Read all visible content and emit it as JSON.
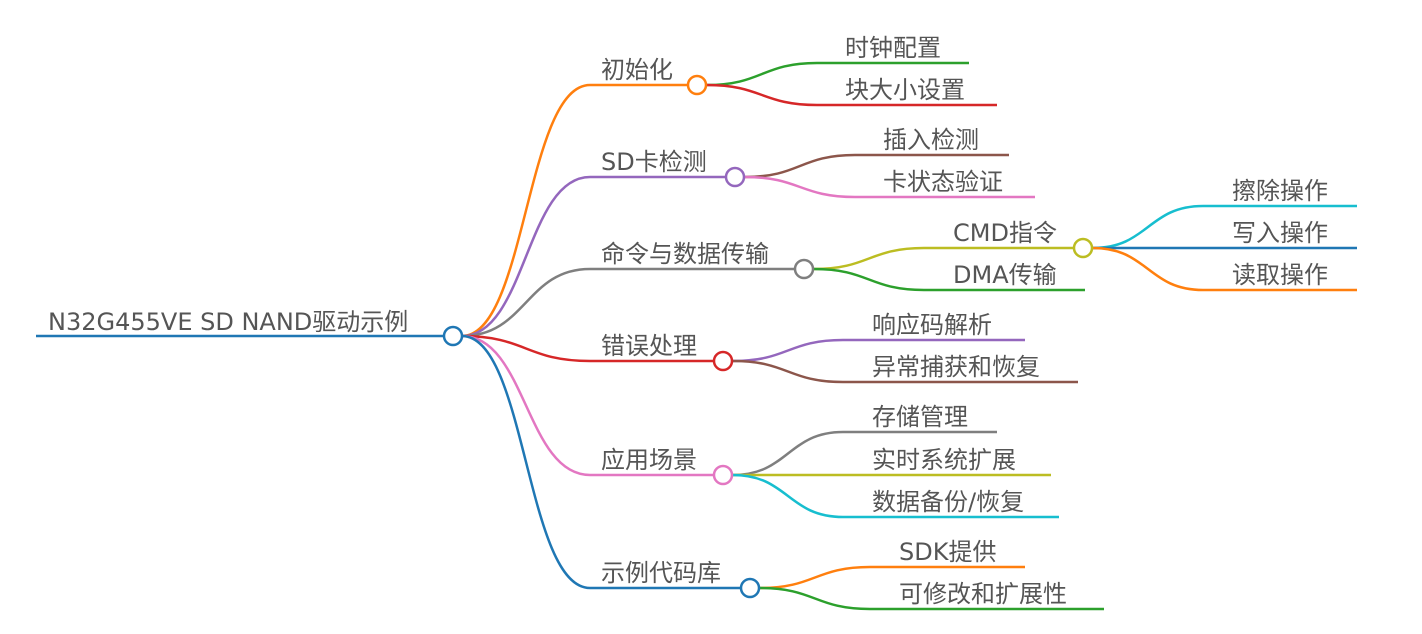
{
  "root": {
    "label": "N32G455VE SD NAND驱动示例",
    "color": "#1f77b4"
  },
  "branches": [
    {
      "label": "初始化",
      "color": "#ff7f0e",
      "children": [
        {
          "label": "时钟配置",
          "color": "#2ca02c"
        },
        {
          "label": "块大小设置",
          "color": "#d62728"
        }
      ]
    },
    {
      "label": "SD卡检测",
      "color": "#9467bd",
      "children": [
        {
          "label": "插入检测",
          "color": "#8c564b"
        },
        {
          "label": "卡状态验证",
          "color": "#e377c2"
        }
      ]
    },
    {
      "label": "命令与数据传输",
      "color": "#7f7f7f",
      "children": [
        {
          "label": "CMD指令",
          "color": "#bcbd22",
          "children": [
            {
              "label": "擦除操作",
              "color": "#17becf"
            },
            {
              "label": "写入操作",
              "color": "#1f77b4"
            },
            {
              "label": "读取操作",
              "color": "#ff7f0e"
            }
          ]
        },
        {
          "label": "DMA传输",
          "color": "#2ca02c"
        }
      ]
    },
    {
      "label": "错误处理",
      "color": "#d62728",
      "children": [
        {
          "label": "响应码解析",
          "color": "#9467bd"
        },
        {
          "label": "异常捕获和恢复",
          "color": "#8c564b"
        }
      ]
    },
    {
      "label": "应用场景",
      "color": "#e377c2",
      "children": [
        {
          "label": "存储管理",
          "color": "#7f7f7f"
        },
        {
          "label": "实时系统扩展",
          "color": "#bcbd22"
        },
        {
          "label": "数据备份/恢复",
          "color": "#17becf"
        }
      ]
    },
    {
      "label": "示例代码库",
      "color": "#1f77b4",
      "children": [
        {
          "label": "SDK提供",
          "color": "#ff7f0e"
        },
        {
          "label": "可修改和扩展性",
          "color": "#2ca02c"
        }
      ]
    }
  ]
}
